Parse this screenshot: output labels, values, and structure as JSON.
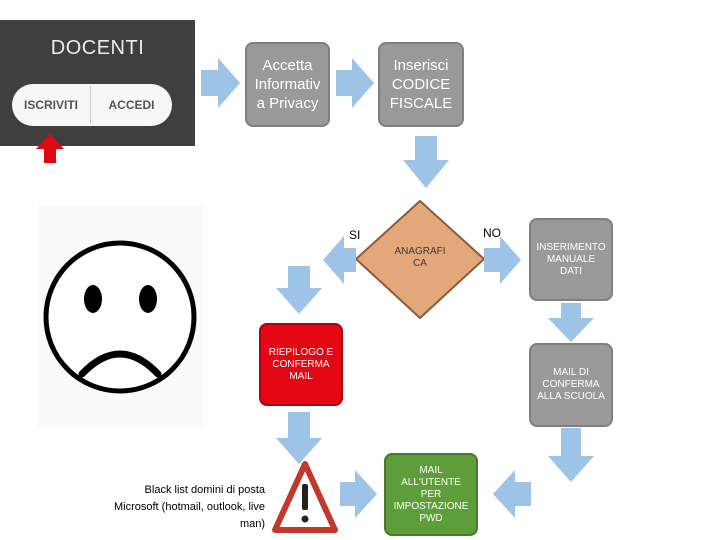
{
  "docenti": {
    "title": "DOCENTI",
    "iscriviti": "ISCRIVITI",
    "accedi": "ACCEDI"
  },
  "steps": {
    "accetta": "Accetta\nInformativ\na Privacy",
    "inserisci": "Inserisci\nCODICE\nFISCALE",
    "anagrafica": "ANAGRAFI\nCA",
    "inserimento": "INSERIMENTO\nMANUALE\nDATI",
    "mail_conferma": "MAIL DI\nCONFERMA\nALLA SCUOLA",
    "riepilogo": "RIEPILOGO E\nCONFERMA\nMAIL",
    "mail_utente": "MAIL\nALL'UTENTE\nPER\nIMPOSTAZIONE\nPWD"
  },
  "branch_labels": {
    "si": "SI",
    "no": "NO"
  },
  "blacklist_note": "Black list domini di posta\nMicrosoft (hotmail, outlook, live\nman)",
  "colors": {
    "arrow": "#9dc3e6",
    "gray_box": "#999999",
    "red_box": "#e30613",
    "green_box": "#5e9e3a",
    "diamond": "#e4a77a",
    "red_arrow": "#e30613"
  },
  "icons": {
    "sad_face": "sad-face-icon",
    "warning": "warning-triangle-icon"
  }
}
